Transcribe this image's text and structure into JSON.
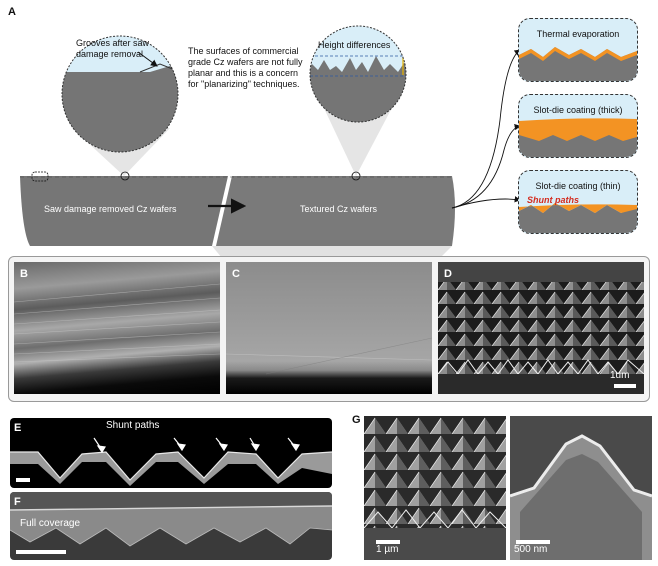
{
  "panel_a": {
    "letter": "A",
    "bubble_left_label": "Grooves after saw damage removal",
    "caption": "The surfaces of commercial grade Cz wafers are not fully planar and this is a concern for \"planarizing\" techniques.",
    "bubble_right_label": "Height differences",
    "wafer_left_label": "Saw damage removed Cz wafers",
    "wafer_right_label": "Textured Cz wafers",
    "boxes": [
      {
        "label": "Thermal evaporation"
      },
      {
        "label": "Slot-die coating (thick)"
      },
      {
        "label": "Slot-die coating (thin)",
        "sublabel": "Shunt paths"
      }
    ],
    "colors": {
      "wafer": "#767676",
      "coating": "#f39323",
      "shunt": "#d42b1e",
      "sky": "#d9eef8"
    }
  },
  "panel_b": {
    "letter": "B"
  },
  "panel_c": {
    "letter": "C"
  },
  "panel_d": {
    "letter": "D",
    "scalebar": "1um"
  },
  "panel_e": {
    "letter": "E",
    "annotation": "Shunt paths"
  },
  "panel_f": {
    "letter": "F",
    "annotation": "Full coverage"
  },
  "panel_g": {
    "letter": "G",
    "scalebar_left": "1 µm",
    "scalebar_right": "500 nm"
  }
}
